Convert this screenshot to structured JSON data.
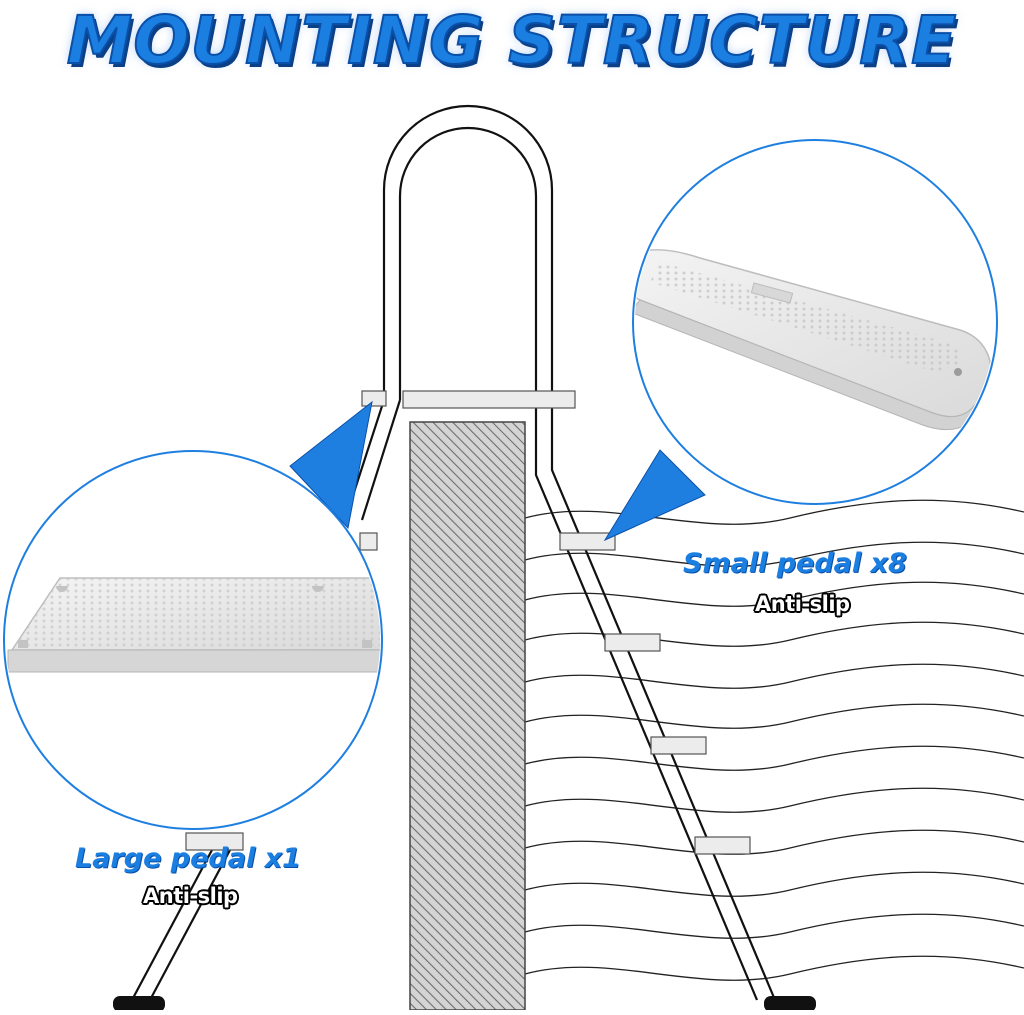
{
  "title": "MOUNTING STRUCTURE",
  "large_pedal": {
    "label": "Large pedal x1",
    "feature": "Anti-slip"
  },
  "small_pedal": {
    "label": "Small pedal x8",
    "feature": "Anti-slip"
  },
  "colors": {
    "title_blue": "#1a7fe0",
    "pointer_blue": "#1f7fe0",
    "pedal_gray": "#e6e6e6",
    "wall_gray": "#c9c9c9",
    "foot_black": "#111111"
  }
}
